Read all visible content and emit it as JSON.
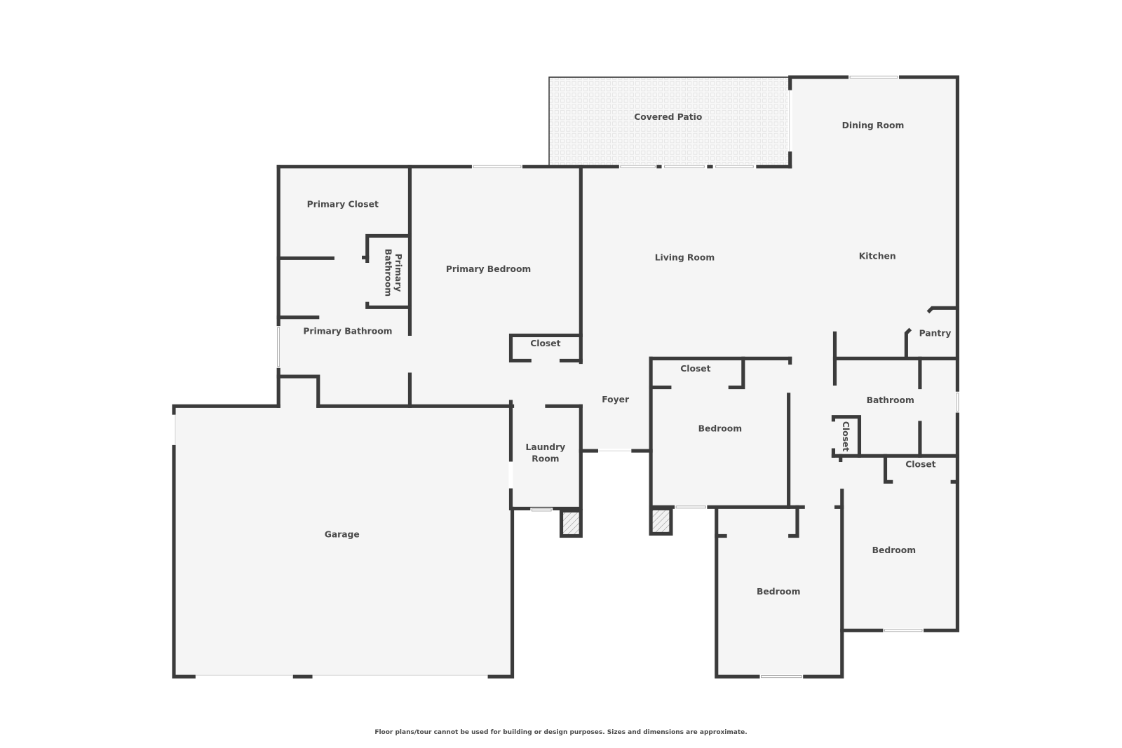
{
  "floor_plan": {
    "rooms": [
      {
        "id": "covered-patio",
        "label": "Covered Patio"
      },
      {
        "id": "dining-room",
        "label": "Dining Room"
      },
      {
        "id": "primary-closet",
        "label": "Primary Closet"
      },
      {
        "id": "primary-bathroom-small",
        "label_line1": "Primary",
        "label_line2": "Bathroom"
      },
      {
        "id": "primary-bedroom",
        "label": "Primary Bedroom"
      },
      {
        "id": "living-room",
        "label": "Living Room"
      },
      {
        "id": "kitchen",
        "label": "Kitchen"
      },
      {
        "id": "primary-bathroom",
        "label": "Primary Bathroom"
      },
      {
        "id": "closet-primary-bedroom",
        "label": "Closet"
      },
      {
        "id": "pantry",
        "label": "Pantry"
      },
      {
        "id": "closet-bedroom-1",
        "label": "Closet"
      },
      {
        "id": "foyer",
        "label": "Foyer"
      },
      {
        "id": "bathroom",
        "label": "Bathroom"
      },
      {
        "id": "bedroom-1",
        "label": "Bedroom"
      },
      {
        "id": "closet-hall",
        "label": "Closet"
      },
      {
        "id": "laundry-room",
        "label_line1": "Laundry",
        "label_line2": "Room"
      },
      {
        "id": "closet-bedroom-3",
        "label": "Closet"
      },
      {
        "id": "garage",
        "label": "Garage"
      },
      {
        "id": "bedroom-3",
        "label": "Bedroom"
      },
      {
        "id": "bedroom-2",
        "label": "Bedroom"
      }
    ]
  },
  "footer": {
    "disclaimer": "Floor plans/tour cannot be used for building or design purposes. Sizes and dimensions are approximate."
  },
  "colors": {
    "wall": "#3b3b3b",
    "floor": "#f5f5f5",
    "label": "#4a4a4a",
    "background": "#ffffff"
  }
}
